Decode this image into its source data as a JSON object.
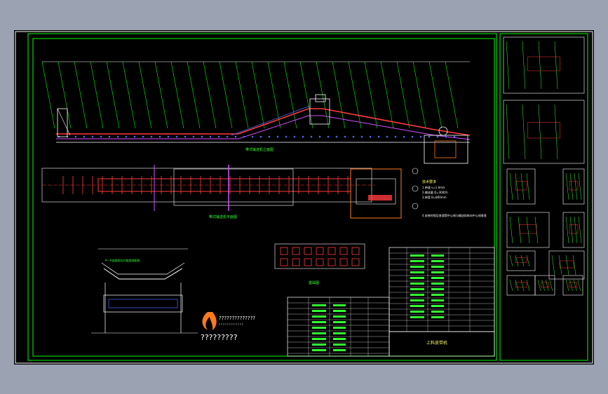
{
  "drawing": {
    "label_elevation": "带式输送机立面图",
    "label_plan": "带式输送机平面图",
    "label_detail": "A—A剖面图及托辊组装配图",
    "label_foundation": "基础图",
    "label_notes_title": "技术要求",
    "notes": [
      "1.带速 v=1.6m/s",
      "2.输送量 Q=300t/h",
      "3.带宽 B=800mm",
      "4.安装时保证各滚筒中心线与输送机纵向中心线垂直"
    ],
    "circle_markers": [
      "①",
      "②",
      "③"
    ]
  },
  "title_block": {
    "drawing_title": "上料皮带机",
    "logo_text": "??????????????",
    "logo_subtext": "? ? ? ? ? ? ? ? ? ? ? ?",
    "watermark_text": "?????????"
  },
  "colors": {
    "background": "#000000",
    "frame": "#00ff00",
    "lines": "#ffffff",
    "accent": "#ff3b3b",
    "blue": "#4f6bff",
    "green_text": "#33ff33",
    "orange": "#ff7a1a",
    "magenta": "#d24fff"
  }
}
